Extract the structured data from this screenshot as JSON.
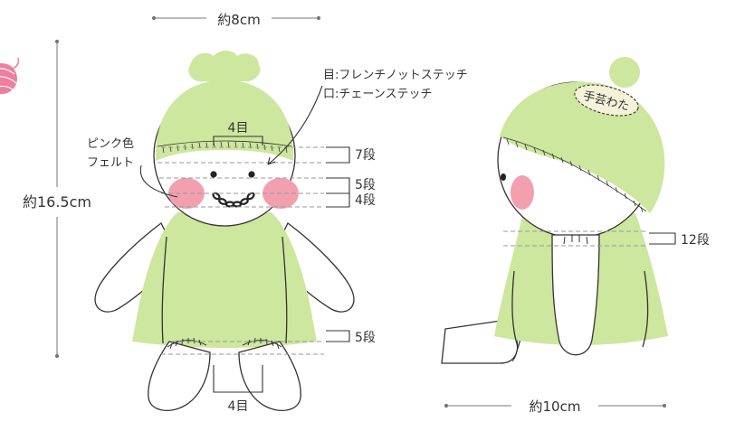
{
  "colors": {
    "body_green": "#cde79e",
    "skin": "#ffffff",
    "cheek_pink": "#f2a0b0",
    "yarn_pink": "#ee7f9e",
    "line": "#333333",
    "badge_fill": "#f4f3d9"
  },
  "front": {
    "width_label": "約8cm",
    "height_label": "約16.5cm",
    "eye_gap_label": "4目",
    "leg_gap_label": "4目",
    "felt_label_line1": "ピンク色",
    "felt_label_line2": "フェルト",
    "stitch_note_eyes": "目:フレンチノットステッチ",
    "stitch_note_mouth": "口:チェーンステッチ",
    "rows_hat": "7段",
    "rows_eyes": "5段",
    "rows_mouth": "4段",
    "rows_legs": "5段"
  },
  "side": {
    "rows_arm": "12段",
    "depth_label": "約10cm",
    "tag_text": "手芸わた"
  }
}
